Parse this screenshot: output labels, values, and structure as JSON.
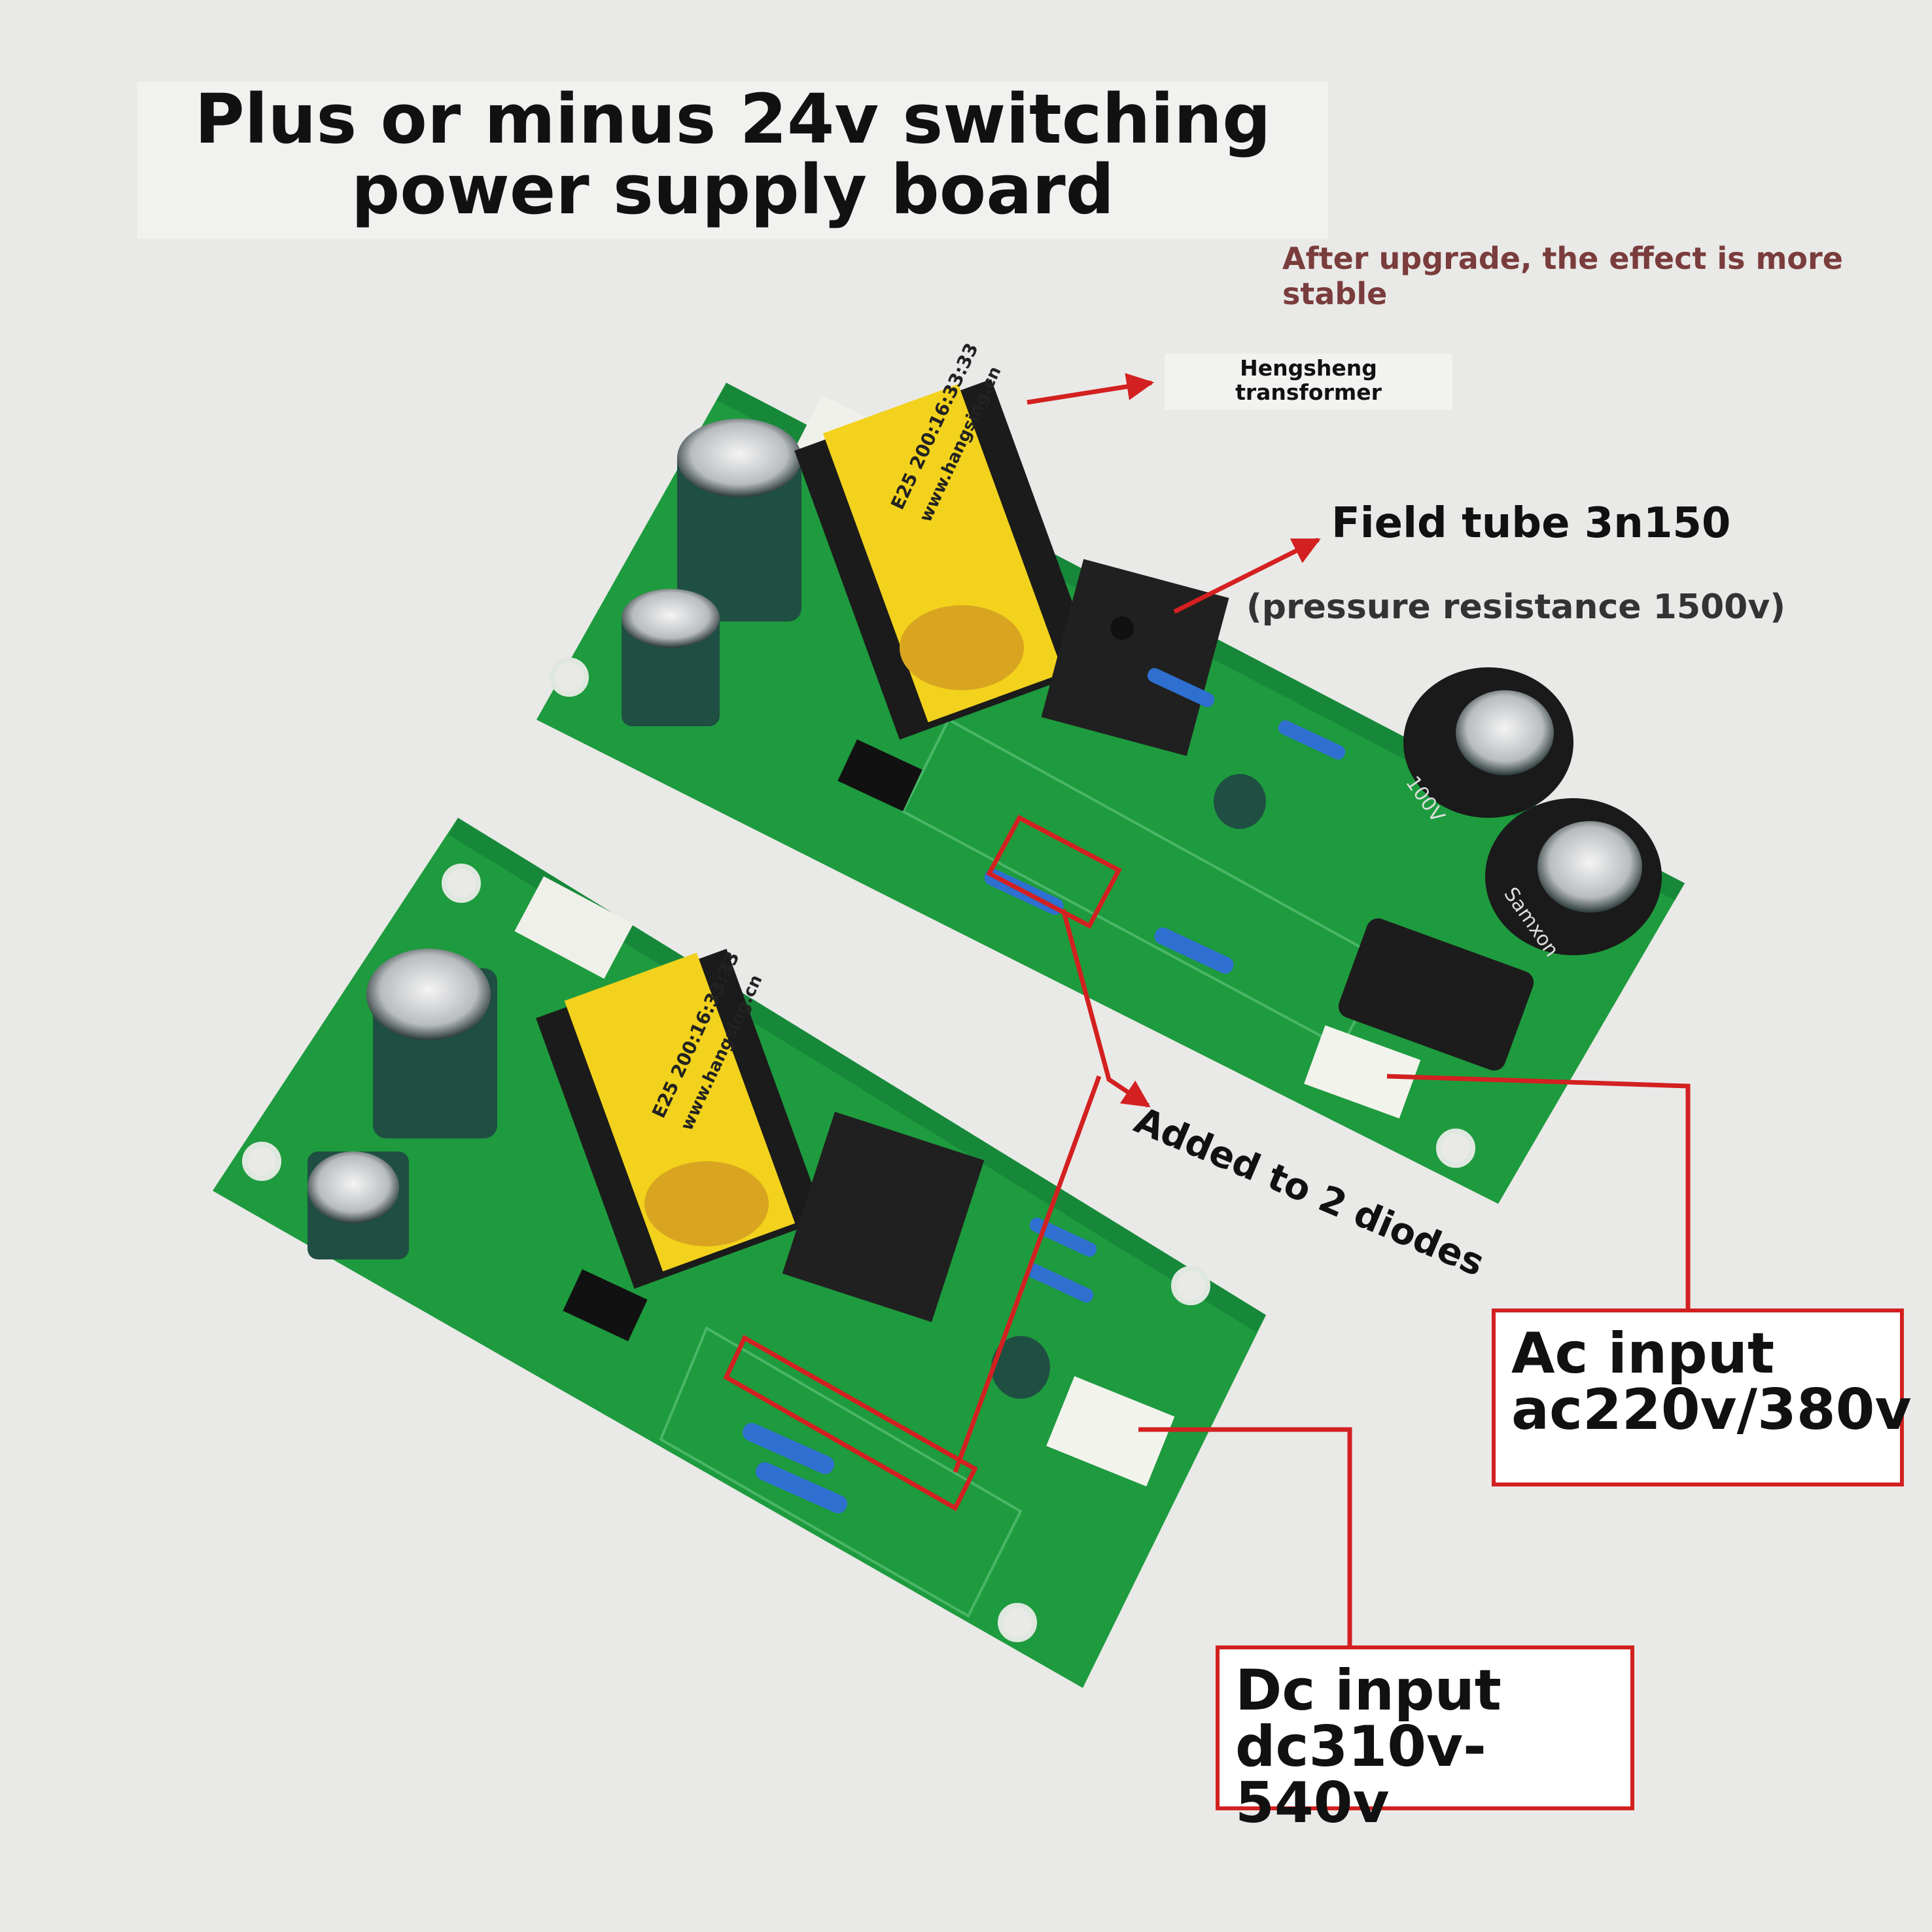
{
  "header": {
    "title_line1": "Plus or minus 24v switching",
    "title_line2": "power supply board",
    "subtitle": "After upgrade, the effect is more stable"
  },
  "callouts": {
    "transformer_line1": "Hengsheng",
    "transformer_line2": "transformer",
    "field_tube": "Field tube 3n150",
    "pressure": "(pressure resistance 1500v)",
    "diodes": "Added to 2 diodes",
    "ac_line1": "Ac input",
    "ac_line2": "ac220v/380v",
    "dc_line1": "Dc input",
    "dc_line2": "dc310v-540v"
  },
  "board_text": {
    "transformer_mark": "E25 200:16:33:33",
    "transformer_url": "www.hangsing.cn",
    "cap_label": "100V",
    "brand": "Samxon"
  },
  "colors": {
    "pcb": "#1e9b3e",
    "pcb_dark": "#157a2f",
    "transformer": "#f2d21c",
    "annotation": "#d32020"
  }
}
